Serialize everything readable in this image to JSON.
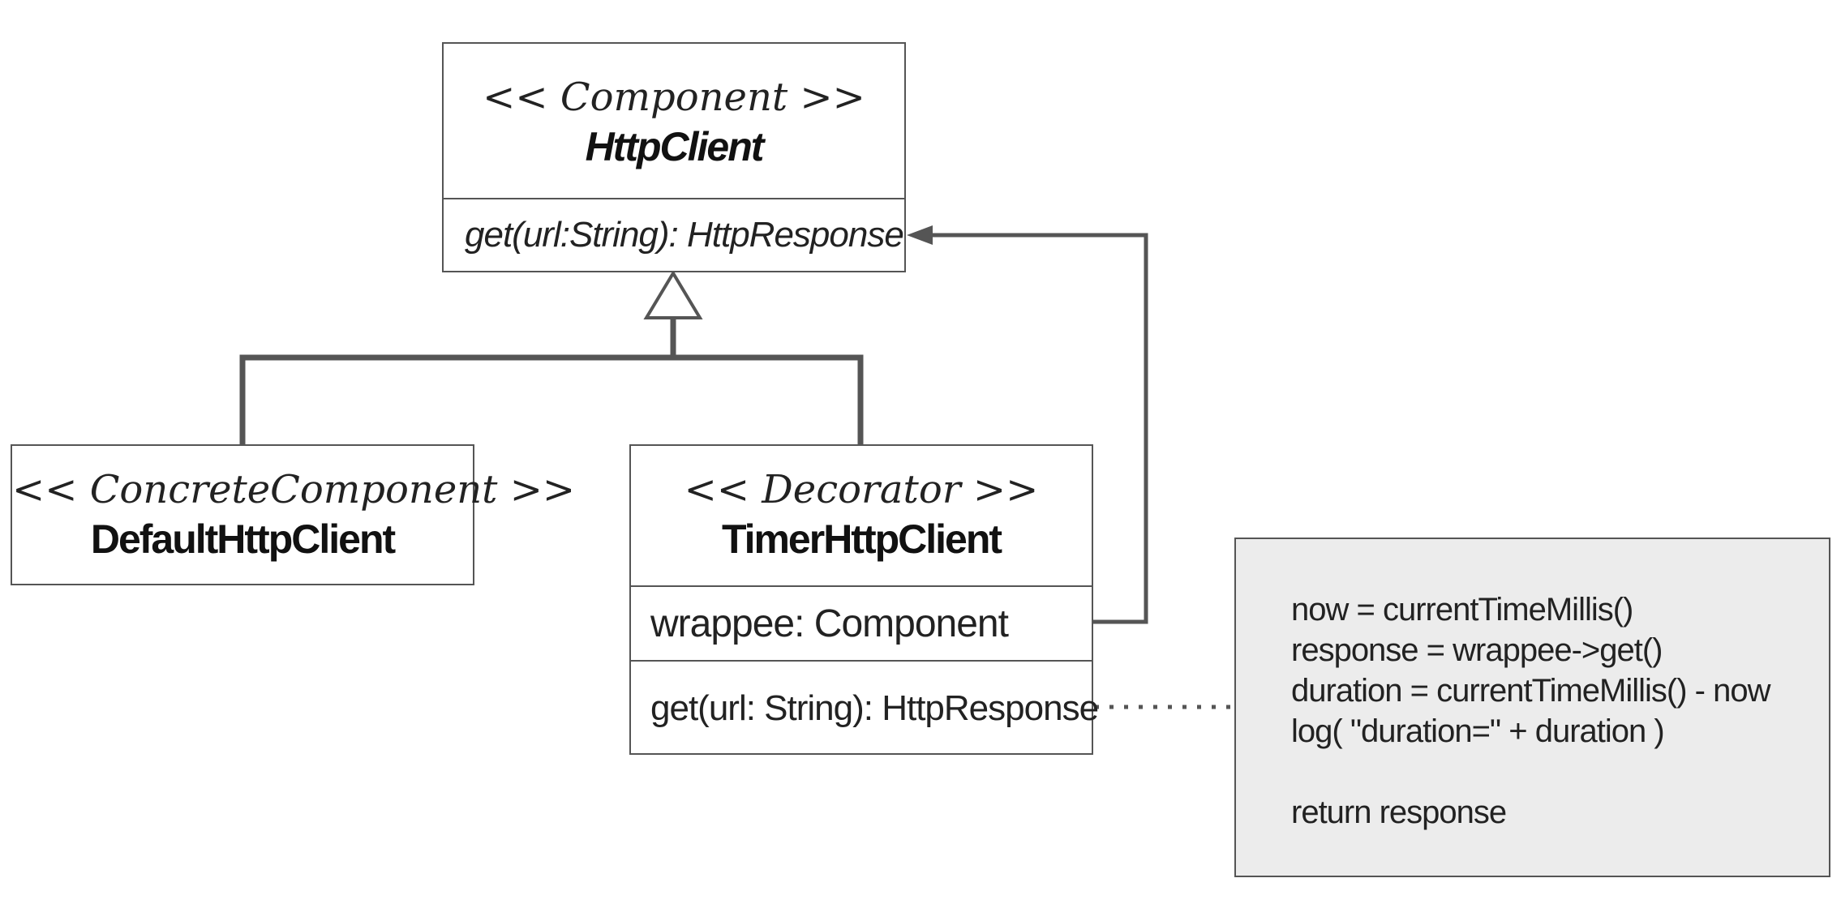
{
  "diagram": {
    "classes": {
      "component": {
        "stereotype": "<< Component >>",
        "name": "HttpClient",
        "operation": "get(url:String): HttpResponse"
      },
      "concrete": {
        "stereotype": "<< ConcreteComponent >>",
        "name": "DefaultHttpClient"
      },
      "decorator": {
        "stereotype": "<< Decorator >>",
        "name": "TimerHttpClient",
        "attribute": "wrappee: Component",
        "operation": "get(url: String): HttpResponse"
      }
    },
    "note": {
      "lines": [
        "now = currentTimeMillis()",
        "response = wrappee->get()",
        "duration = currentTimeMillis() - now",
        "log( \"duration=\" + duration )",
        "",
        "return response"
      ]
    },
    "colors": {
      "line": "#555555",
      "note_fill": "#ececec"
    }
  }
}
